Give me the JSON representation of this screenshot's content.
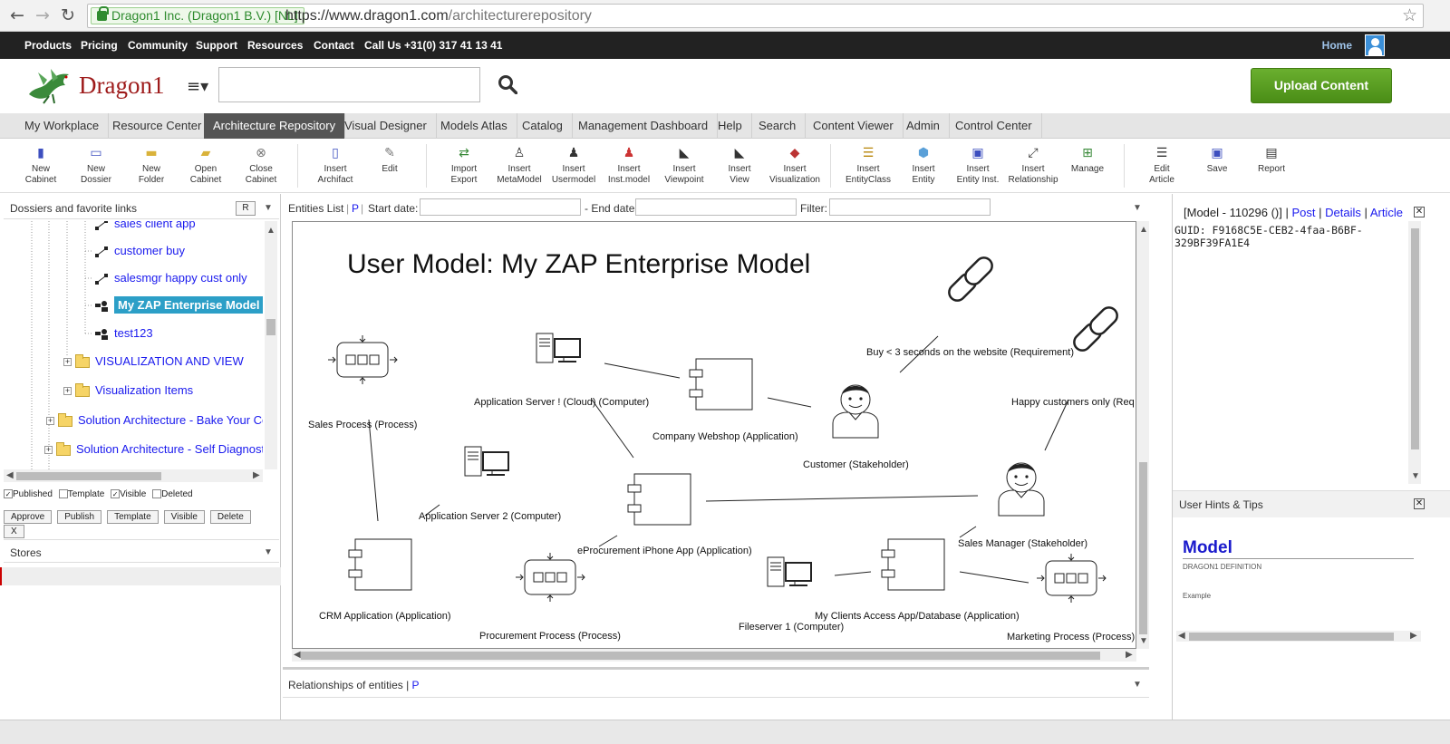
{
  "browser": {
    "security_label": "Dragon1 Inc. (Dragon1 B.V.) [NL]",
    "url_main": "https://www.dragon1.com",
    "url_path": "/architecturerepository"
  },
  "topnav": {
    "items": [
      "Products",
      "Pricing",
      "Community",
      "Support",
      "Resources",
      "Contact",
      "Call Us +31(0) 317 41 13 41"
    ],
    "home": "Home"
  },
  "header": {
    "logo": "Dragon1",
    "upload": "Upload Content"
  },
  "tabs": [
    "My Workplace",
    "Resource Center",
    "Architecture Repository",
    "Visual Designer",
    "Models Atlas",
    "Catalog",
    "Management Dashboard",
    "Help",
    "Search",
    "Content Viewer",
    "Admin",
    "Control Center"
  ],
  "active_tab": "Architecture Repository",
  "toolbar": [
    {
      "l1": "New",
      "l2": "Cabinet",
      "icon": "cabinet-icon"
    },
    {
      "l1": "New",
      "l2": "Dossier",
      "icon": "dossier-icon"
    },
    {
      "l1": "New",
      "l2": "Folder",
      "icon": "folder-icon"
    },
    {
      "l1": "Open",
      "l2": "Cabinet",
      "icon": "open-folder-icon"
    },
    {
      "l1": "Close",
      "l2": "Cabinet",
      "icon": "close-circle-icon"
    },
    {
      "l1": "Insert",
      "l2": "Archifact",
      "icon": "document-icon"
    },
    {
      "l1": "Edit",
      "l2": "",
      "icon": "edit-icon"
    },
    {
      "l1": "Import",
      "l2": "Export",
      "icon": "import-export-icon"
    },
    {
      "l1": "Insert",
      "l2": "MetaModel",
      "icon": "metamodel-icon"
    },
    {
      "l1": "Insert",
      "l2": "Usermodel",
      "icon": "usermodel-icon"
    },
    {
      "l1": "Insert",
      "l2": "Inst.model",
      "icon": "instmodel-icon"
    },
    {
      "l1": "Insert",
      "l2": "Viewpoint",
      "icon": "viewpoint-icon"
    },
    {
      "l1": "Insert",
      "l2": "View",
      "icon": "view-icon"
    },
    {
      "l1": "Insert",
      "l2": "Visualization",
      "icon": "visualization-icon"
    },
    {
      "l1": "Insert",
      "l2": "EntityClass",
      "icon": "entityclass-icon"
    },
    {
      "l1": "Insert",
      "l2": "Entity",
      "icon": "entity-icon"
    },
    {
      "l1": "Insert",
      "l2": "Entity Inst.",
      "icon": "entity-inst-icon"
    },
    {
      "l1": "Insert",
      "l2": "Relationship",
      "icon": "relationship-icon"
    },
    {
      "l1": "Manage",
      "l2": "",
      "icon": "manage-icon"
    },
    {
      "l1": "Edit",
      "l2": "Article",
      "icon": "article-icon"
    },
    {
      "l1": "Save",
      "l2": "",
      "icon": "save-icon"
    },
    {
      "l1": "Report",
      "l2": "",
      "icon": "report-icon"
    }
  ],
  "left": {
    "title": "Dossiers and favorite links",
    "r_button": "R",
    "tree": [
      {
        "label": "sales client app",
        "type": "relation"
      },
      {
        "label": "customer buy",
        "type": "relation"
      },
      {
        "label": "salesmgr happy cust only",
        "type": "relation"
      },
      {
        "label": "My ZAP Enterprise Model",
        "type": "model",
        "selected": true
      },
      {
        "label": "test123",
        "type": "model"
      },
      {
        "label": "VISUALIZATION AND VIEW",
        "type": "folder"
      },
      {
        "label": "Visualization Items",
        "type": "folder"
      },
      {
        "label": "Solution Architecture - Bake Your Co",
        "type": "folder"
      },
      {
        "label": "Solution Architecture - Self Diagnost",
        "type": "folder"
      }
    ],
    "checkboxes": [
      {
        "label": "Published",
        "checked": true
      },
      {
        "label": "Template",
        "checked": false
      },
      {
        "label": "Visible",
        "checked": true
      },
      {
        "label": "Deleted",
        "checked": false
      }
    ],
    "actions": [
      "Approve",
      "Publish",
      "Template",
      "Visible",
      "Delete",
      "X"
    ],
    "stores": "Stores"
  },
  "entities": {
    "list_label": "Entities List",
    "p": "P",
    "start_label": "Start date:",
    "end_label": "- End date",
    "filter_label": "Filter:"
  },
  "diagram": {
    "title": "User Model: My ZAP Enterprise Model",
    "labels": {
      "sales_process": "Sales Process (Process)",
      "app_server_cloud": "Application Server ! (Cloud) (Computer)",
      "company_webshop": "Company Webshop (Application)",
      "customer": "Customer (Stakeholder)",
      "buy_req": "Buy < 3 seconds on the website (Requirement)",
      "happy_req": "Happy customers only (Req",
      "app_server_2": "Application Server 2 (Computer)",
      "eprocurement": "eProcurement iPhone App (Application)",
      "sales_manager": "Sales Manager (Stakeholder)",
      "crm": "CRM Application (Application)",
      "procurement": "Procurement Process (Process)",
      "fileserver": "Fileserver 1 (Computer)",
      "my_clients": "My Clients Access App/Database (Application)",
      "marketing": "Marketing Process (Process)"
    }
  },
  "relationships": {
    "label": "Relationships of entities |",
    "p": "P"
  },
  "right": {
    "model_id": "[Model - 110296 ()] |",
    "post": "Post",
    "details": "Details",
    "article": "Article",
    "sep": "|",
    "guid": "GUID: F9168C5E-CEB2-4faa-B6BF-329BF39FA1E4",
    "hints_title": "User Hints & Tips",
    "model_heading": "Model",
    "definition": "DRAGON1 DEFINITION",
    "example": "Example"
  }
}
